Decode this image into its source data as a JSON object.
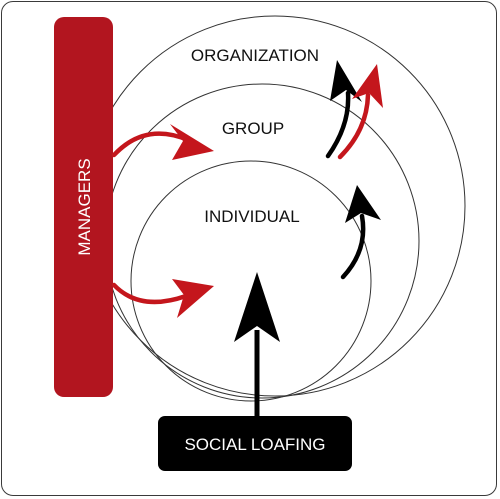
{
  "diagram": {
    "managers_label": "MANAGERS",
    "social_loafing_label": "SOCIAL LOAFING",
    "levels": {
      "organization": "ORGANIZATION",
      "group": "GROUP",
      "individual": "INDIVIDUAL"
    },
    "colors": {
      "managers_bar": "#b2151f",
      "red_arrow": "#c4161c",
      "black": "#000000",
      "circle_stroke": "#333333"
    }
  }
}
